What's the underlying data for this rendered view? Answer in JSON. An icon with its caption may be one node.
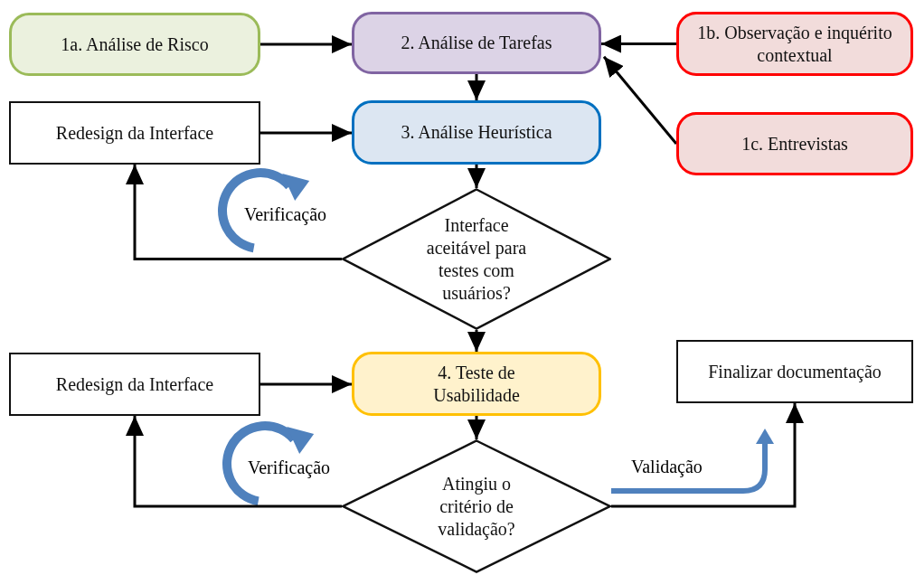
{
  "diagram": {
    "nodes": [
      {
        "text": [
          "1a. Análise de Risco"
        ]
      },
      {
        "text": [
          "2. Análise de Tarefas"
        ]
      },
      {
        "text": [
          "1b. Observação e inquérito contextual"
        ]
      },
      {
        "text": [
          "Redesign da Interface"
        ]
      },
      {
        "text": [
          "3. Análise Heurística"
        ]
      },
      {
        "text": [
          "1c. Entrevistas"
        ]
      },
      {
        "text": [
          "Interface aceitável para testes com usuários?"
        ]
      },
      {
        "text": [
          "Redesign da Interface"
        ]
      },
      {
        "text": [
          "4. Teste de Usabilidade"
        ]
      },
      {
        "text": [
          "Finalizar documentação"
        ]
      },
      {
        "text": [
          "Atingiu o critério de validação?"
        ]
      }
    ],
    "edges": [
      {
        "from": 0,
        "to": 1,
        "arrow": "to"
      },
      {
        "from": 2,
        "to": 1,
        "arrow": "to"
      },
      {
        "from": 5,
        "to": 1,
        "arrow": "to"
      },
      {
        "from": 1,
        "to": 4,
        "arrow": "to"
      },
      {
        "from": 4,
        "to": 6,
        "arrow": "to"
      },
      {
        "from": 6,
        "to": 3,
        "arrow": "to"
      },
      {
        "from": 3,
        "to": 4,
        "arrow": "to"
      },
      {
        "from": 6,
        "to": 8,
        "arrow": "to"
      },
      {
        "from": 8,
        "to": 10,
        "arrow": "to"
      },
      {
        "from": 10,
        "to": 7,
        "arrow": "to"
      },
      {
        "from": 7,
        "to": 8,
        "arrow": "to"
      },
      {
        "from": 10,
        "to": 9,
        "arrow": "to"
      }
    ],
    "labels": [
      "Verificação",
      "Verificação",
      "Validação"
    ]
  }
}
